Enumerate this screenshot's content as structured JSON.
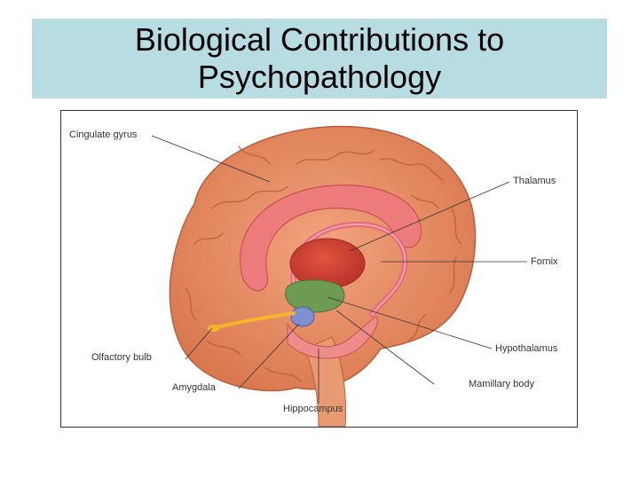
{
  "slide": {
    "title_line1": "Biological Contributions to",
    "title_line2": "Psychopathology"
  },
  "figure": {
    "labels": {
      "cingulate_gyrus": "Cingulate gyrus",
      "thalamus": "Thalamus",
      "fornix": "Fornix",
      "hypothalamus": "Hypothalamus",
      "mamillary_body": "Mamillary body",
      "olfactory_bulb": "Olfactory bulb",
      "amygdala": "Amygdala",
      "hippocampus": "Hippocampus"
    }
  },
  "colors": {
    "title_band": "#b7dde3",
    "brain": "#e8906a",
    "limbic": "#ec7a7a",
    "thalamus": "#d9473a",
    "hypothalamus": "#6f9a52",
    "amygdala": "#7f8fd0",
    "olfactory": "#f5b32e"
  }
}
